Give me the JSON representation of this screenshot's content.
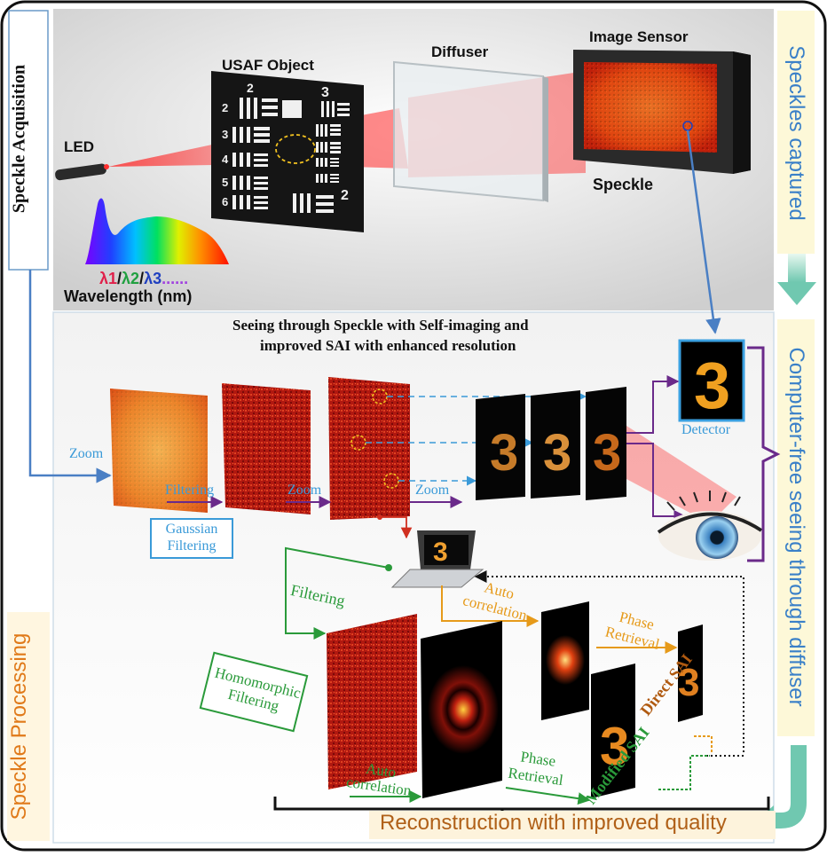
{
  "top": {
    "side_label": "Speckle Acquisition",
    "led_label": "LED",
    "usaf_label": "USAF Object",
    "diffuser_label": "Diffuser",
    "sensor_label": "Image Sensor",
    "speckle_label": "Speckle",
    "wavelength_label": "Wavelength (nm)",
    "lambda1": "λ1",
    "lambda2": "λ2",
    "lambda3": "λ3",
    "slash": "/",
    "dots": "......",
    "usaf_group_numbers": [
      "2",
      "3",
      "2",
      "3",
      "4",
      "5",
      "6",
      "2"
    ],
    "right_banner": "Speckles captured"
  },
  "middle": {
    "title_line1": "Seeing through Speckle with Self-imaging and",
    "title_line2": "improved SAI with enhanced resolution",
    "zoom1": "Zoom",
    "filtering": "Filtering",
    "zoom2": "Zoom",
    "zoom3": "Zoom",
    "gaussian_box": "Gaussian\nFiltering",
    "detector": "Detector",
    "right_banner": "Computer-free seeing through diffuser"
  },
  "bottom": {
    "side_label": "Speckle Processing",
    "filtering": "Filtering",
    "homomorphic_box": "Homomorphic\nFiltering",
    "auto_corr_top": "Auto\ncorrelation",
    "phase_retrieval_top": "Phase\nRetrieval",
    "auto_corr_bottom": "Auto\ncorrelation",
    "phase_retrieval_bottom": "Phase\nRetrieval",
    "direct_sai": "Direct SAI",
    "modified_sai": "Modified SAI",
    "reconstruction": "Reconstruction with improved quality"
  },
  "colors": {
    "blue_arrow": "#4a7fc4",
    "purple": "#6a2a8a",
    "green": "#2a9a3a",
    "orange": "#e69a1a",
    "red": "#d03020",
    "banner_bg": "#fdf8d8"
  }
}
